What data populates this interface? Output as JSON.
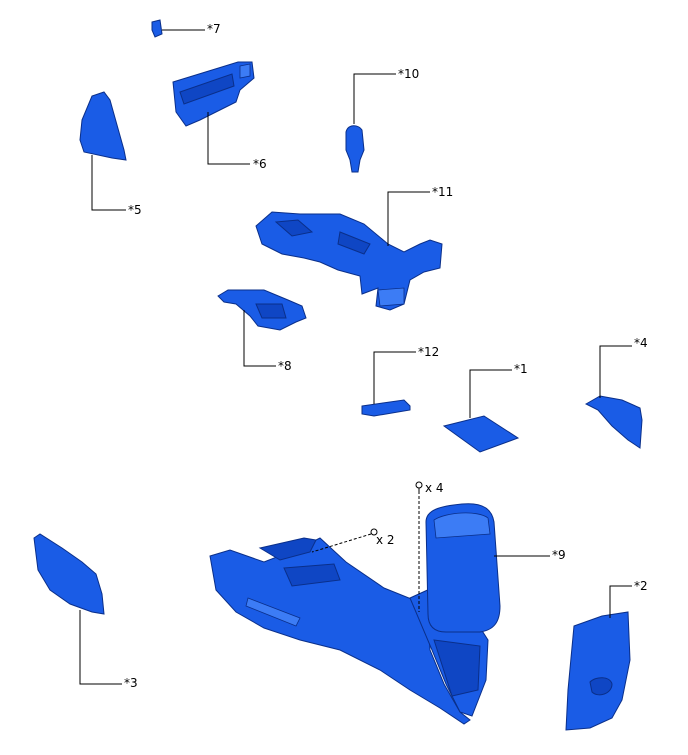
{
  "callouts": {
    "c1": "*1",
    "c2": "*2",
    "c3": "*3",
    "c4": "*4",
    "c5": "*5",
    "c6": "*6",
    "c7": "*7",
    "c8": "*8",
    "c9": "*9",
    "c10": "*10",
    "c11": "*11",
    "c12": "*12"
  },
  "quantities": {
    "screw_count": "x 4",
    "clip_count": "x 2"
  },
  "colors": {
    "part_fill": "#1a5ce6",
    "part_outline": "#0a2f8a",
    "line": "#000000"
  }
}
